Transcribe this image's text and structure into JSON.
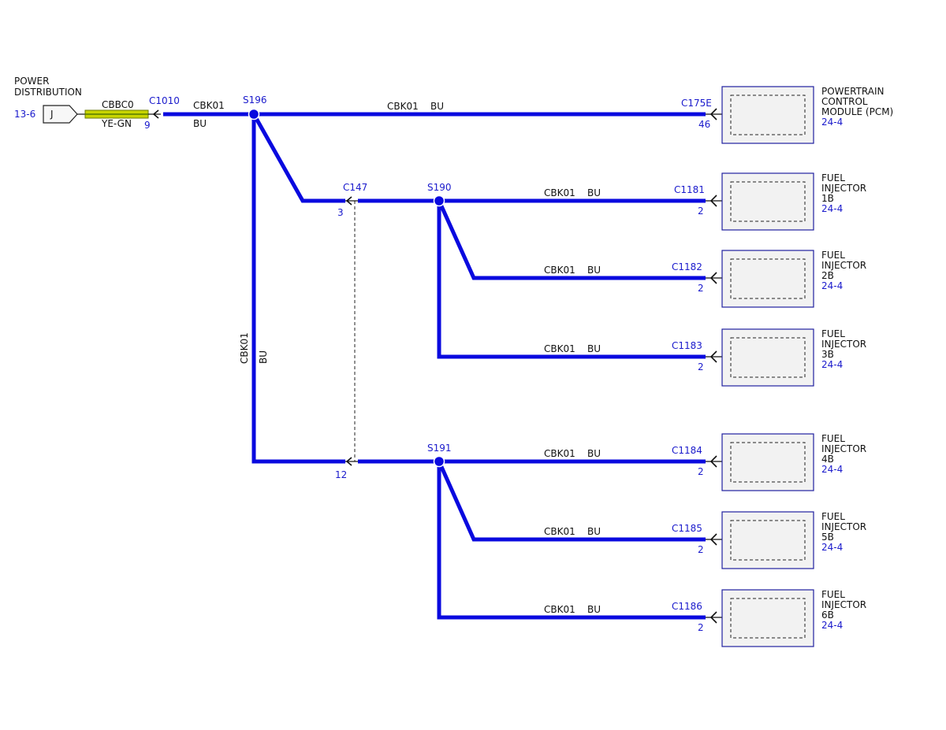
{
  "colors": {
    "wire": "#0a0adf",
    "ref_text": "#1a1acc",
    "ye_gn_wire": "#c8d400"
  },
  "power": {
    "title_line1": "POWER",
    "title_line2": "DISTRIBUTION",
    "ref": "13-6",
    "pin": "J"
  },
  "c1010": {
    "circuit": "CBBC0",
    "wire_color": "YE-GN",
    "connector": "C1010",
    "pin": "9"
  },
  "trunk": {
    "circuit": "CBK01",
    "color": "BU"
  },
  "splices": {
    "s196": "S196",
    "s190": "S190",
    "s191": "S191"
  },
  "vertical": {
    "circuit": "CBK01",
    "color": "BU"
  },
  "c147": {
    "connector": "C147",
    "pin_top": "3",
    "pin_bottom": "12"
  },
  "pcm": {
    "circuit": "CBK01",
    "color": "BU",
    "connector": "C175E",
    "pin": "46",
    "line1": "POWERTRAIN",
    "line2": "CONTROL",
    "line3": "MODULE (PCM)",
    "ref": "24-4"
  },
  "injectors": [
    {
      "circuit": "CBK01",
      "color": "BU",
      "connector": "C1181",
      "pin": "2",
      "line1": "FUEL",
      "line2": "INJECTOR",
      "line3": "1B",
      "ref": "24-4"
    },
    {
      "circuit": "CBK01",
      "color": "BU",
      "connector": "C1182",
      "pin": "2",
      "line1": "FUEL",
      "line2": "INJECTOR",
      "line3": "2B",
      "ref": "24-4"
    },
    {
      "circuit": "CBK01",
      "color": "BU",
      "connector": "C1183",
      "pin": "2",
      "line1": "FUEL",
      "line2": "INJECTOR",
      "line3": "3B",
      "ref": "24-4"
    },
    {
      "circuit": "CBK01",
      "color": "BU",
      "connector": "C1184",
      "pin": "2",
      "line1": "FUEL",
      "line2": "INJECTOR",
      "line3": "4B",
      "ref": "24-4"
    },
    {
      "circuit": "CBK01",
      "color": "BU",
      "connector": "C1185",
      "pin": "2",
      "line1": "FUEL",
      "line2": "INJECTOR",
      "line3": "5B",
      "ref": "24-4"
    },
    {
      "circuit": "CBK01",
      "color": "BU",
      "connector": "C1186",
      "pin": "2",
      "line1": "FUEL",
      "line2": "INJECTOR",
      "line3": "6B",
      "ref": "24-4"
    }
  ]
}
